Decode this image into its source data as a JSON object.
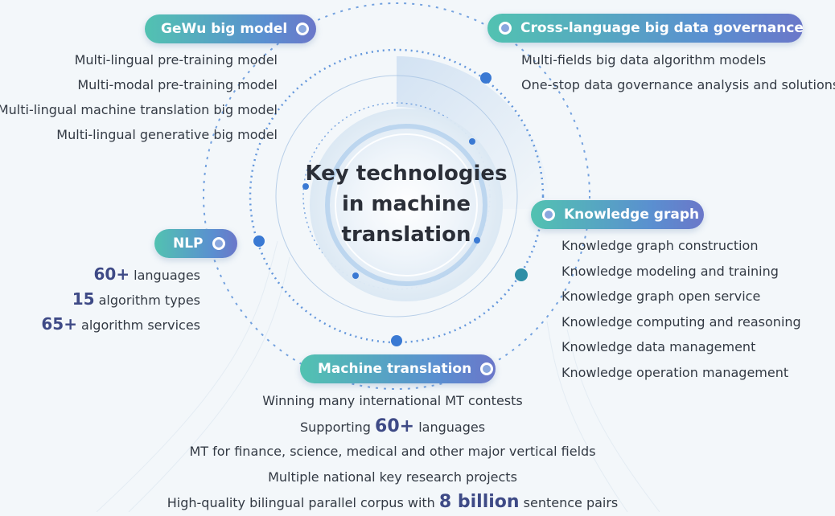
{
  "center_title": [
    "Key technologies",
    "in machine",
    "translation"
  ],
  "icon": "ring-dot-icon",
  "colors": {
    "pill_start": "#52c2b1",
    "pill_end": "#6b77c9",
    "accent_dot": "#3a79d3",
    "highlight_number": "#3e4a86"
  },
  "sections": {
    "gewu": {
      "title": "GeWu big model",
      "items": [
        "Multi-lingual pre-training model",
        "Multi-modal pre-training model",
        "Multi-lingual machine translation big model",
        "Multi-lingual generative big model"
      ]
    },
    "cross_language": {
      "title": "Cross-language big data governance",
      "items": [
        "Multi-fields big data algorithm models",
        "One-stop data governance analysis and solutions"
      ]
    },
    "nlp": {
      "title": "NLP",
      "items": [
        {
          "num": "60+",
          "text": " languages"
        },
        {
          "num": "15",
          "text": " algorithm types"
        },
        {
          "num": "65+",
          "text": " algorithm services"
        }
      ]
    },
    "knowledge_graph": {
      "title": "Knowledge graph",
      "items": [
        "Knowledge graph construction",
        "Knowledge modeling and training",
        "Knowledge graph open service",
        "Knowledge computing and reasoning",
        "Knowledge data management",
        "Knowledge operation management"
      ]
    },
    "machine_translation": {
      "title": "Machine translation",
      "item1": "Winning many international MT contests",
      "item2": {
        "before": "Supporting ",
        "num": "60+",
        "after": " languages"
      },
      "item3": "MT for finance, science, medical and other major vertical fields",
      "item4": "Multiple national key research projects",
      "item5": {
        "before": "High-quality bilingual parallel corpus with ",
        "num": "8 billion",
        "after": " sentence pairs"
      }
    }
  }
}
